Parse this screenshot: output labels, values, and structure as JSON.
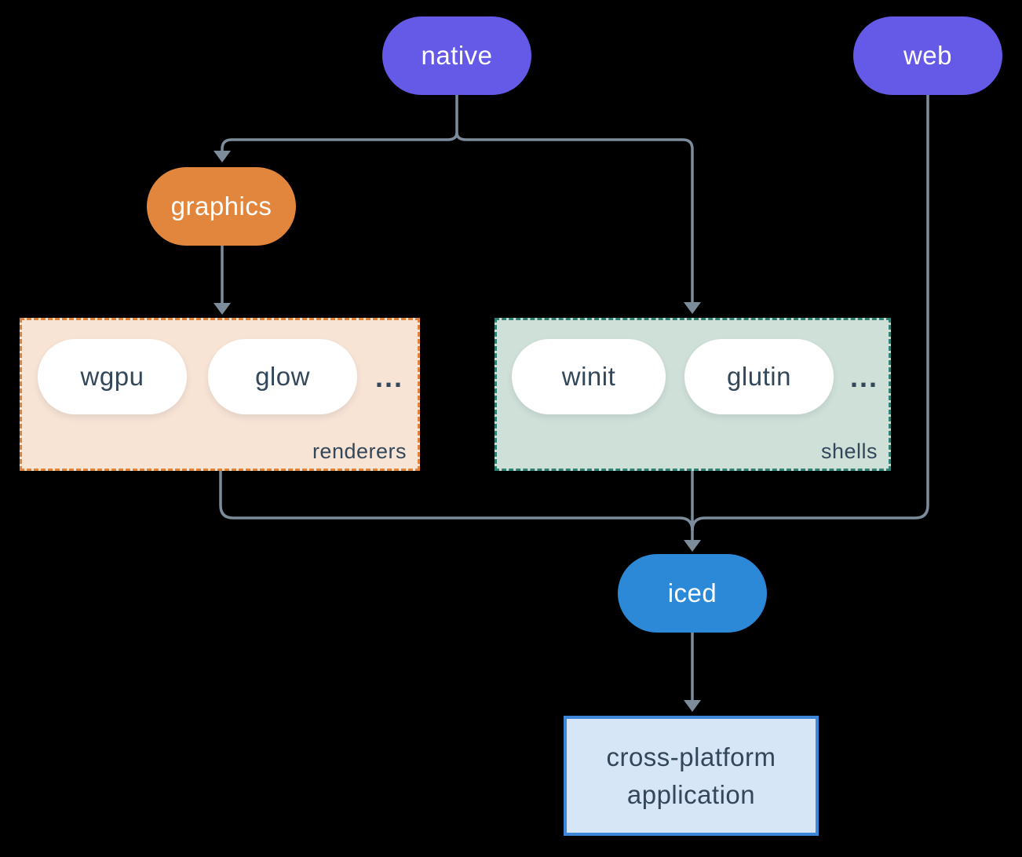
{
  "colors": {
    "background": "#000000",
    "line": "#7d8c9b",
    "text_dark": "#33475a",
    "pill_text": "#ffffff",
    "purple": "#6559e8",
    "orange": "#e2863d",
    "blue": "#2c89d8",
    "renderers_bg": "#f8e4d5",
    "renderers_border": "#e2813a",
    "shells_bg": "#cfe0d8",
    "shells_border": "#2f8273",
    "app_bg": "#d6e6f7",
    "app_border": "#3d86d8"
  },
  "nodes": {
    "native": "native",
    "web": "web",
    "graphics": "graphics",
    "iced": "iced",
    "application": "cross-platform application"
  },
  "groups": {
    "renderers": {
      "label": "renderers",
      "items": [
        "wgpu",
        "glow"
      ],
      "ellipsis": "..."
    },
    "shells": {
      "label": "shells",
      "items": [
        "winit",
        "glutin"
      ],
      "ellipsis": "..."
    }
  },
  "edges": [
    {
      "from": "native",
      "to": "graphics"
    },
    {
      "from": "native",
      "to": "shells"
    },
    {
      "from": "graphics",
      "to": "renderers"
    },
    {
      "from": "renderers",
      "to": "iced"
    },
    {
      "from": "shells",
      "to": "iced"
    },
    {
      "from": "web",
      "to": "iced"
    },
    {
      "from": "iced",
      "to": "application"
    }
  ]
}
